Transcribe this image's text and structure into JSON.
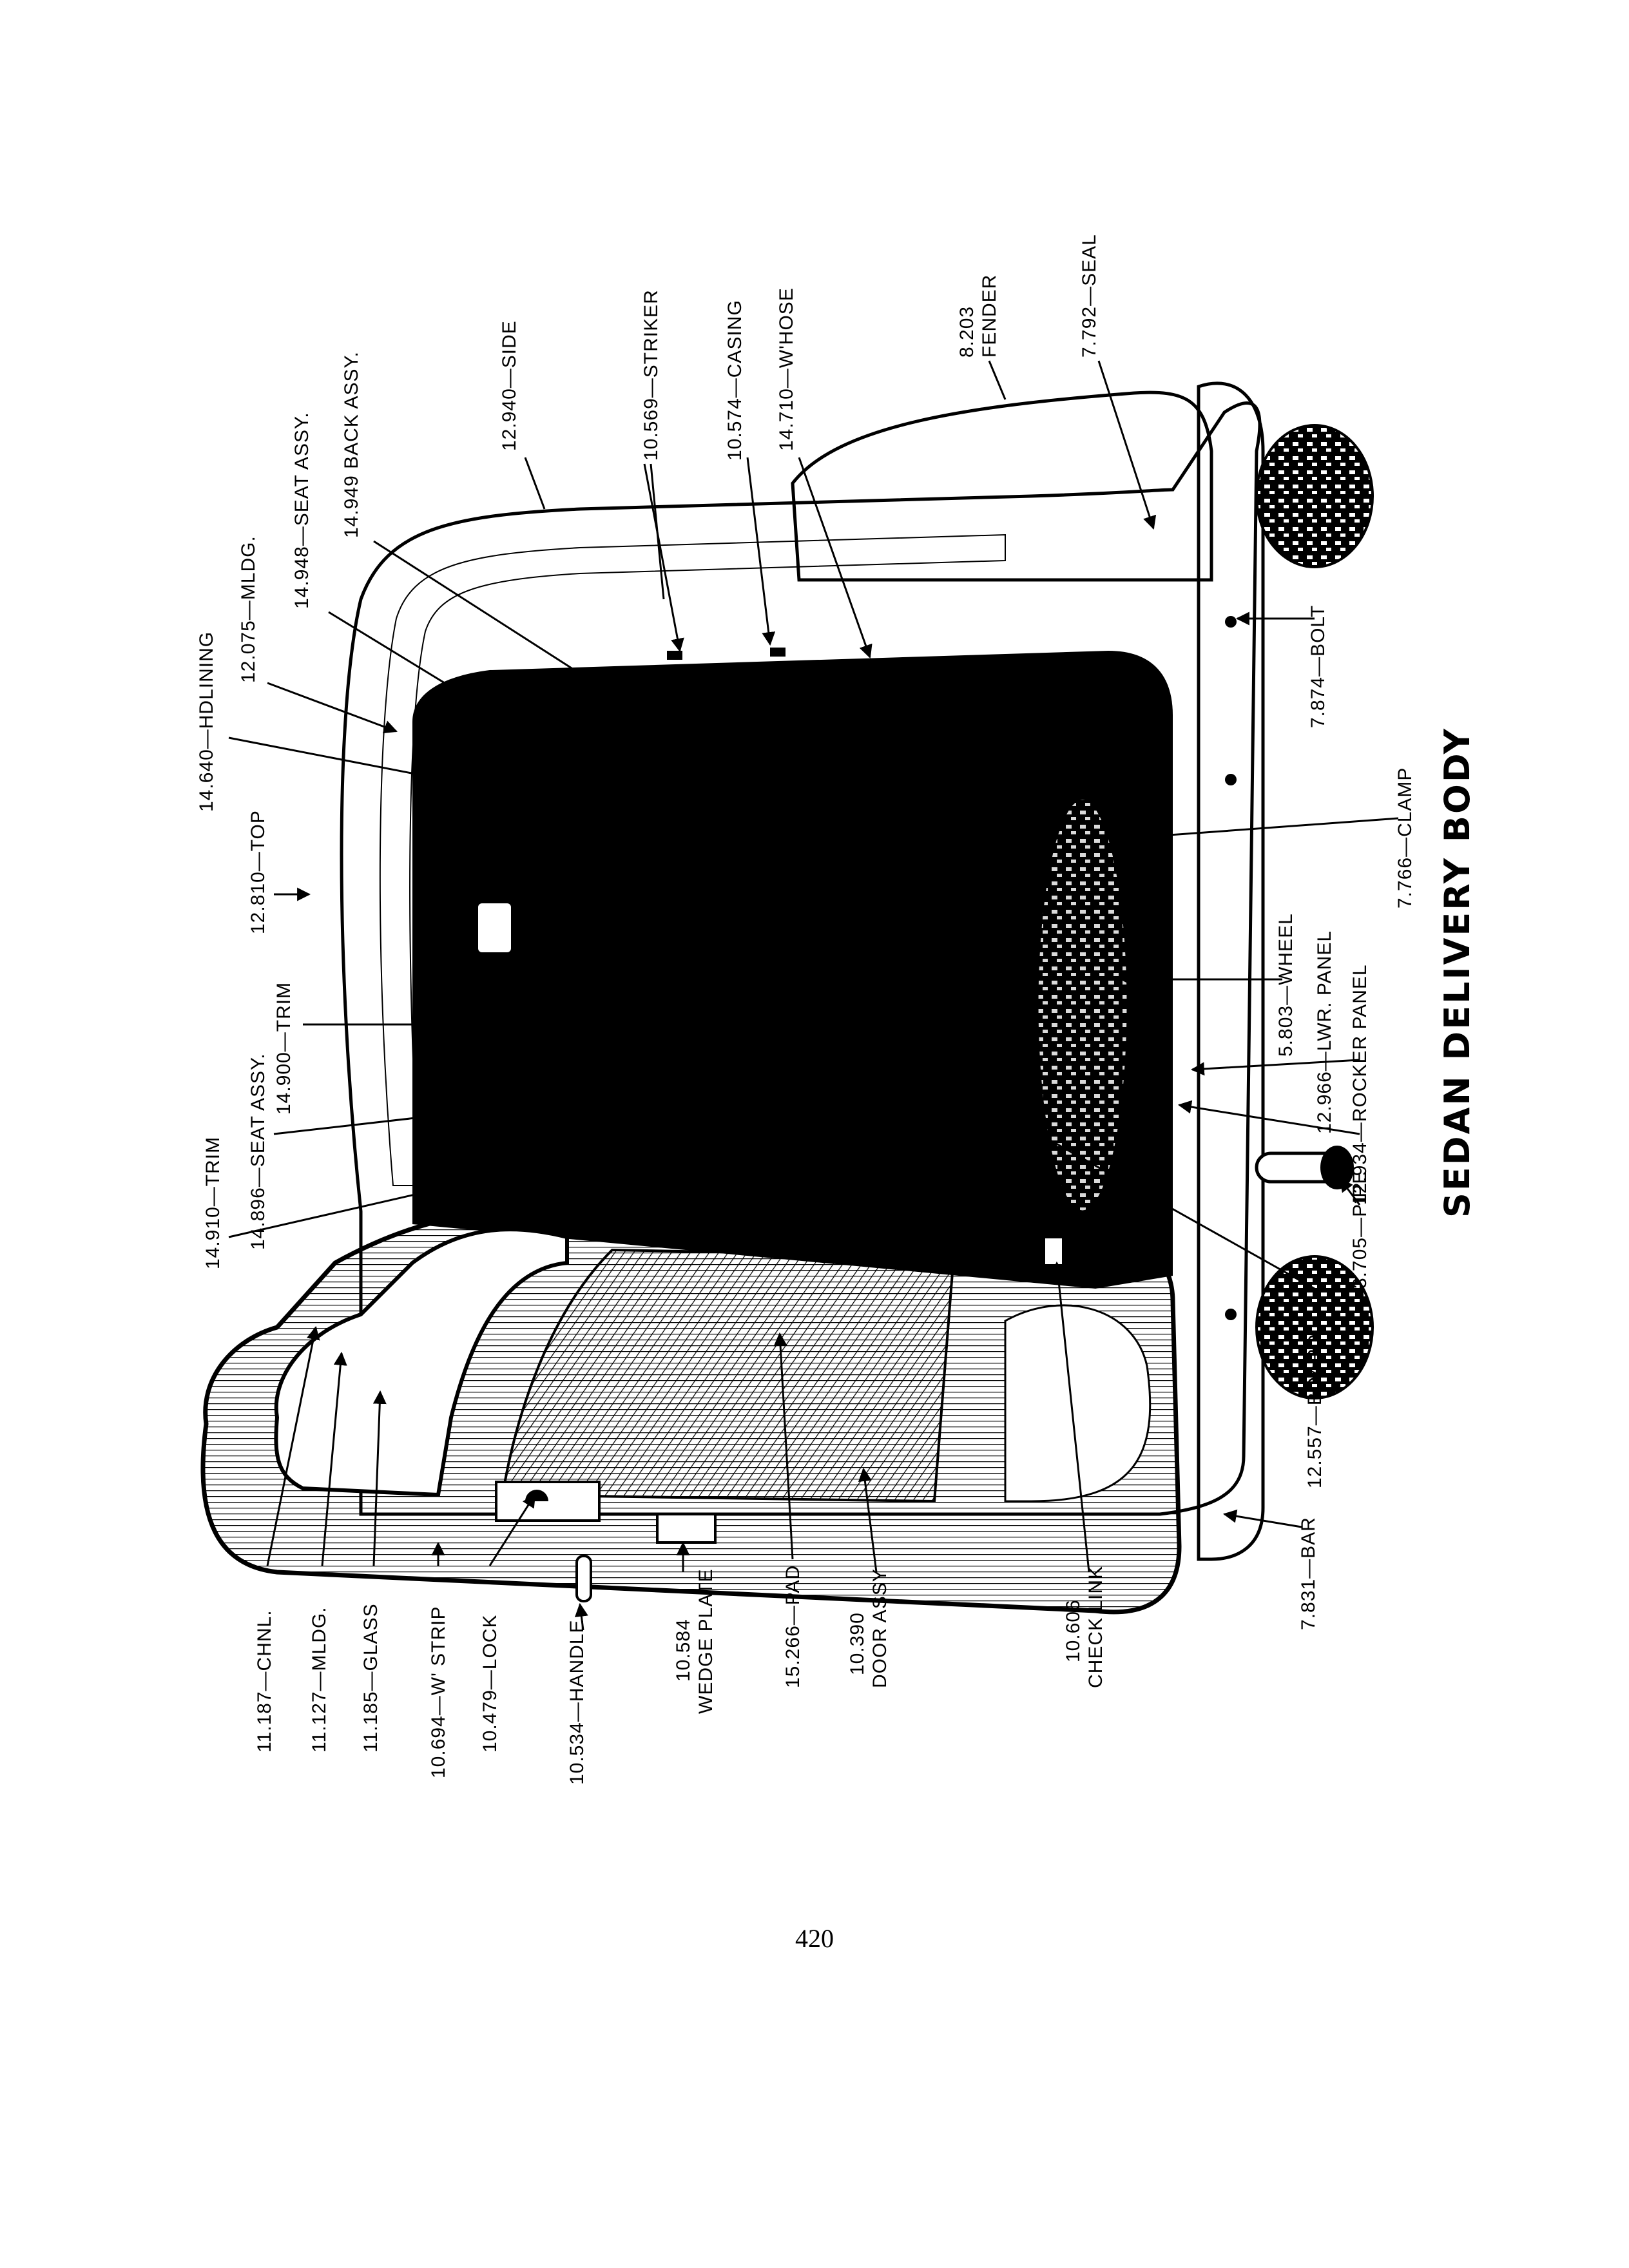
{
  "title": "SEDAN DELIVERY BODY",
  "page_number": "420",
  "callouts_rotated": [
    {
      "id": "hdlining",
      "num": "14.640",
      "name": "HDLINING"
    },
    {
      "id": "mldg-top",
      "num": "12.075",
      "name": "MLDG."
    },
    {
      "id": "seat-assy-rear",
      "num": "14.948",
      "name": "SEAT ASSY."
    },
    {
      "id": "back-assy",
      "num": "14.949",
      "name": "BACK ASSY."
    },
    {
      "id": "side",
      "num": "12.940",
      "name": "SIDE"
    },
    {
      "id": "striker",
      "num": "10.569",
      "name": "STRIKER"
    },
    {
      "id": "casing",
      "num": "10.574",
      "name": "CASING"
    },
    {
      "id": "w-hose",
      "num": "14.710",
      "name": "W'HOSE"
    },
    {
      "id": "fender",
      "num": "8.203",
      "name": "FENDER"
    },
    {
      "id": "seal",
      "num": "7.792",
      "name": "SEAL"
    },
    {
      "id": "top",
      "num": "12.810",
      "name": "TOP"
    },
    {
      "id": "trim-front",
      "num": "14.900",
      "name": "TRIM"
    },
    {
      "id": "seat-assy-front",
      "num": "14.896",
      "name": "SEAT ASSY."
    },
    {
      "id": "trim-left",
      "num": "14.910",
      "name": "TRIM"
    },
    {
      "id": "chnl",
      "num": "11.187",
      "name": "CHNL."
    },
    {
      "id": "mldg-door",
      "num": "11.127",
      "name": "MLDG."
    },
    {
      "id": "glass",
      "num": "11.185",
      "name": "GLASS"
    },
    {
      "id": "w-strip",
      "num": "10.694",
      "name": "W' STRIP"
    },
    {
      "id": "lock",
      "num": "10.479",
      "name": "LOCK"
    },
    {
      "id": "handle",
      "num": "10.534",
      "name": "HANDLE"
    },
    {
      "id": "wedge-plate",
      "num": "10.584",
      "name": "WEDGE PLATE"
    },
    {
      "id": "pad",
      "num": "15.266",
      "name": "PAD"
    },
    {
      "id": "door-assy",
      "num": "10.390",
      "name": "DOOR ASSY"
    },
    {
      "id": "check-link",
      "num": "10.606",
      "name": "CHECK LINK"
    },
    {
      "id": "board",
      "num": "12.557",
      "name": "BOARD"
    },
    {
      "id": "pipe",
      "num": "3.705",
      "name": "PIPE"
    },
    {
      "id": "rocker-panel",
      "num": "12.934",
      "name": "ROCKER PANEL"
    },
    {
      "id": "lwr-panel",
      "num": "12.966",
      "name": "LWR. PANEL"
    },
    {
      "id": "wheel",
      "num": "5.803",
      "name": "WHEEL"
    },
    {
      "id": "clamp",
      "num": "7.766",
      "name": "CLAMP"
    },
    {
      "id": "bolt",
      "num": "7.874",
      "name": "BOLT"
    },
    {
      "id": "bar",
      "num": "7.831",
      "name": "BAR"
    }
  ],
  "colors": {
    "ink": "#000000",
    "paper": "#ffffff"
  }
}
